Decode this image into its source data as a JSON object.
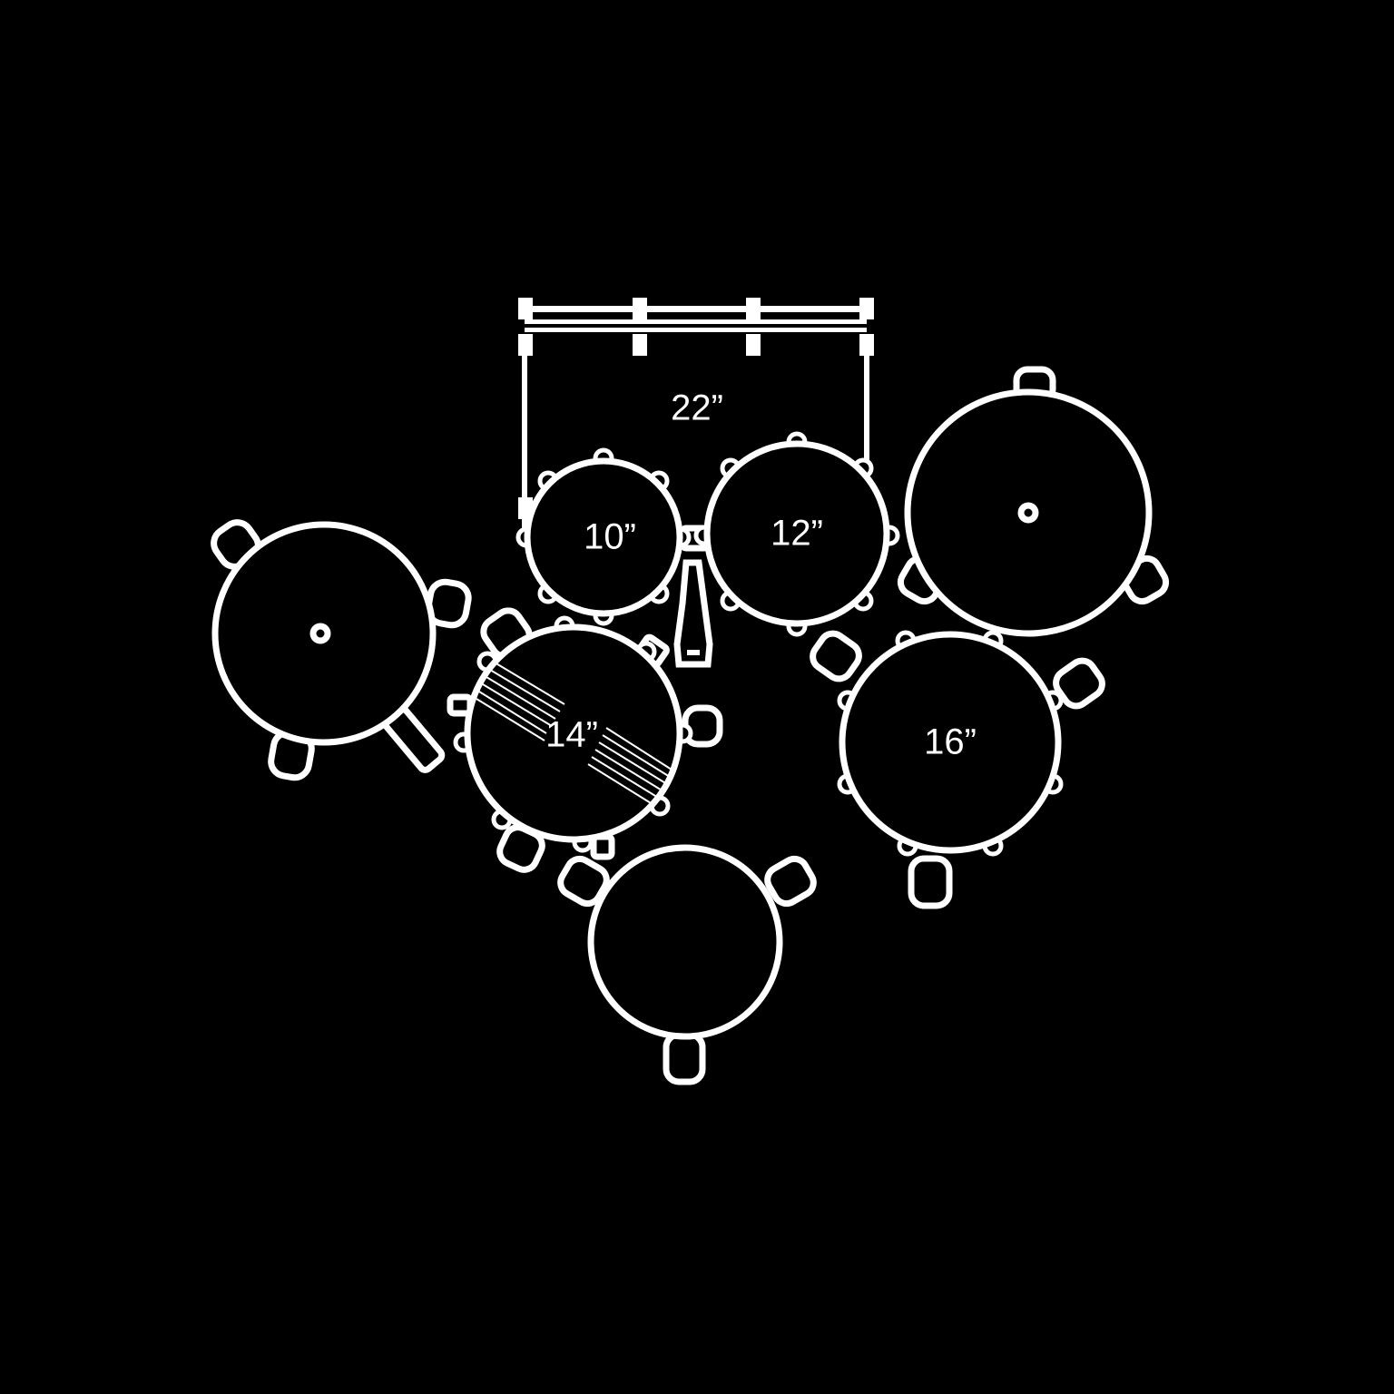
{
  "diagram": {
    "title": "Drum kit top-view layout",
    "background": "#000000",
    "stroke_color": "#ffffff",
    "labels": {
      "bass_drum": "22”",
      "rack_tom_1": "10”",
      "rack_tom_2": "12”",
      "snare": "14”",
      "floor_tom": "16”"
    }
  }
}
